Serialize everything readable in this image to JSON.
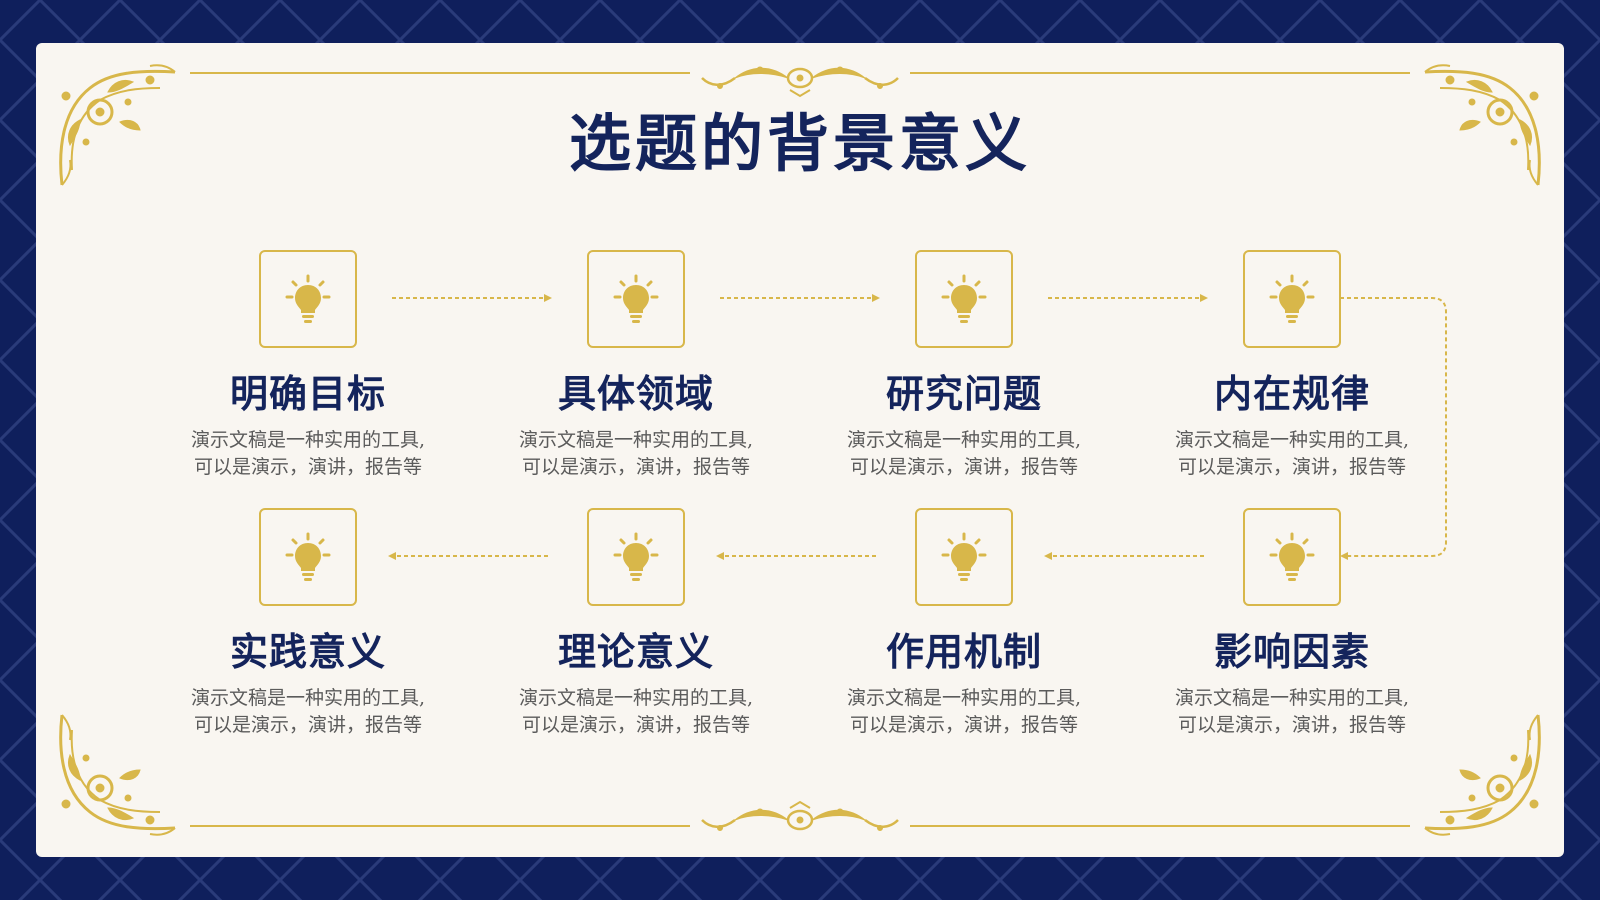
{
  "slide": {
    "title": "选题的背景意义",
    "colors": {
      "background": "#0f1f5c",
      "card": "#f9f6f1",
      "gold": "#d8b74a",
      "navy": "#14245c",
      "text": "#5b5b5b"
    },
    "steps": [
      {
        "title": "明确目标",
        "desc_line1": "演示文稿是一种实用的工具,",
        "desc_line2": "可以是演示，演讲，报告等",
        "icon": "lightbulb-icon"
      },
      {
        "title": "具体领域",
        "desc_line1": "演示文稿是一种实用的工具,",
        "desc_line2": "可以是演示，演讲，报告等",
        "icon": "lightbulb-icon"
      },
      {
        "title": "研究问题",
        "desc_line1": "演示文稿是一种实用的工具,",
        "desc_line2": "可以是演示，演讲，报告等",
        "icon": "lightbulb-icon"
      },
      {
        "title": "内在规律",
        "desc_line1": "演示文稿是一种实用的工具,",
        "desc_line2": "可以是演示，演讲，报告等",
        "icon": "lightbulb-icon"
      },
      {
        "title": "影响因素",
        "desc_line1": "演示文稿是一种实用的工具,",
        "desc_line2": "可以是演示，演讲，报告等",
        "icon": "lightbulb-icon"
      },
      {
        "title": "作用机制",
        "desc_line1": "演示文稿是一种实用的工具,",
        "desc_line2": "可以是演示，演讲，报告等",
        "icon": "lightbulb-icon"
      },
      {
        "title": "理论意义",
        "desc_line1": "演示文稿是一种实用的工具,",
        "desc_line2": "可以是演示，演讲，报告等",
        "icon": "lightbulb-icon"
      },
      {
        "title": "实践意义",
        "desc_line1": "演示文稿是一种实用的工具,",
        "desc_line2": "可以是演示，演讲，报告等",
        "icon": "lightbulb-icon"
      }
    ]
  }
}
